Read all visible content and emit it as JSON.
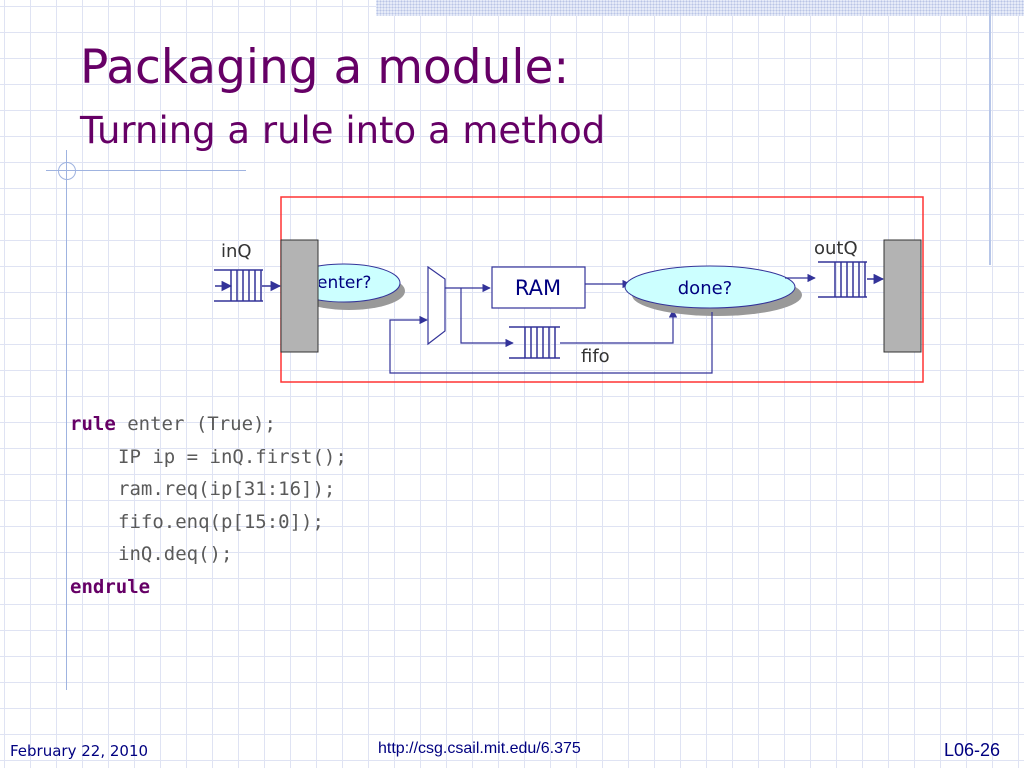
{
  "slide": {
    "title": "Packaging a module:",
    "subtitle": "Turning a rule into a method"
  },
  "diagram": {
    "labels": {
      "inq": "inQ",
      "outq": "outQ",
      "enter": "enter?",
      "ram": "RAM",
      "done": "done?",
      "fifo": "fifo"
    },
    "colors": {
      "boundary": "#ff3333",
      "wire": "#333399",
      "cloud_fill": "#ccffff",
      "cloud_shadow": "#999999",
      "port": "#b3b3b3"
    }
  },
  "code": {
    "l1_kw": "rule",
    "l1_rest": " enter (True);",
    "l2": "IP ip = inQ.first();",
    "l3": "ram.req(ip[31:16]);",
    "l4": "fifo.enq(p[15:0]);",
    "l5": "inQ.deq();",
    "l6_kw": "endrule"
  },
  "footer": {
    "date": "February 22, 2010",
    "url": "http://csg.csail.mit.edu/6.375",
    "page": "L06-26"
  }
}
